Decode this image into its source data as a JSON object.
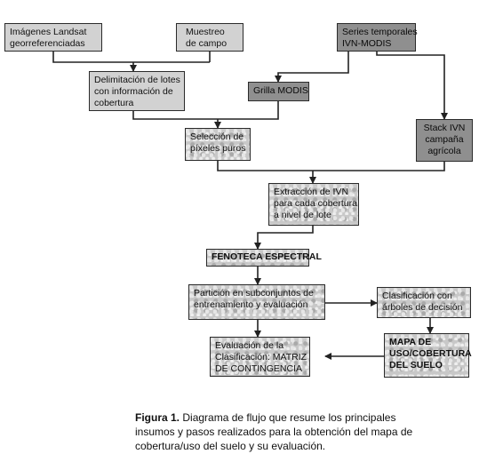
{
  "nodes": {
    "landsat": [
      "Imágenes Landsat",
      "georreferenciadas"
    ],
    "muestreo": [
      "Muestreo",
      "de campo"
    ],
    "series": [
      "Series temporales",
      "IVN-MODIS"
    ],
    "delimitacion": [
      "Delimitación de lotes",
      "con información de",
      "cobertura"
    ],
    "grilla": [
      "Grilla MODIS"
    ],
    "stack": [
      "Stack IVN",
      "campaña",
      "agrícola"
    ],
    "seleccion": [
      "Selección de",
      "píxeles puros"
    ],
    "extraccion": [
      "Extracción de IVN",
      "para cada cobertura",
      "a nivel de lote"
    ],
    "fenoteca": [
      "FENOTECA ESPECTRAL"
    ],
    "particion": [
      "Partición en subconjuntos de",
      "entrenamiento y evaluación"
    ],
    "clasificacion": [
      "Clasificación con",
      "árboles de decisión"
    ],
    "evaluacion": [
      "Evaluación de la",
      "Clasificación: MATRIZ",
      "DE CONTINGENCIA"
    ],
    "mapa": [
      "MAPA DE",
      "USO/COBERTURA",
      "DEL SUELO"
    ]
  },
  "caption": {
    "label": "Figura 1.",
    "text": "Diagrama de flujo que resume los principales insumos y pasos realizados para la obtención del mapa de cobertura/uso del suelo y su evaluación."
  }
}
